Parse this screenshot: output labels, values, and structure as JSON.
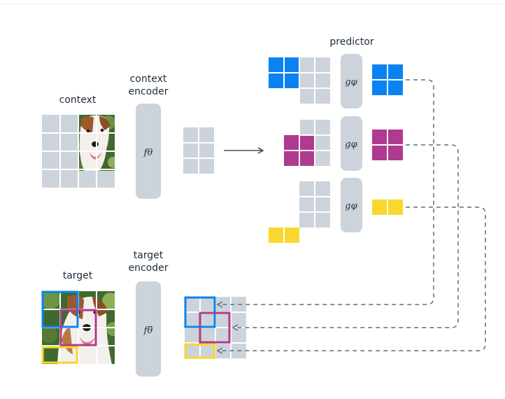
{
  "labels": {
    "context": "context",
    "context_encoder_line1": "context",
    "context_encoder_line2": "encoder",
    "target": "target",
    "target_encoder_line1": "target",
    "target_encoder_line2": "encoder",
    "predictor": "predictor"
  },
  "functions": {
    "context_encoder": "fθ",
    "target_encoder": "fθ̄",
    "predictor": "gφ"
  },
  "colors": {
    "background": "#ffffff",
    "patch_grey": "#cdd3da",
    "block_grey": "#cdd3da",
    "blue": "#0a82f2",
    "magenta": "#b03a8f",
    "yellow": "#f9d72c",
    "arrow": "#3e5364",
    "dashed": "#5b6e80",
    "text": "#1c2b39"
  },
  "icons": {
    "context_image": "dog-photo-icon",
    "target_image": "dog-photo-icon"
  }
}
